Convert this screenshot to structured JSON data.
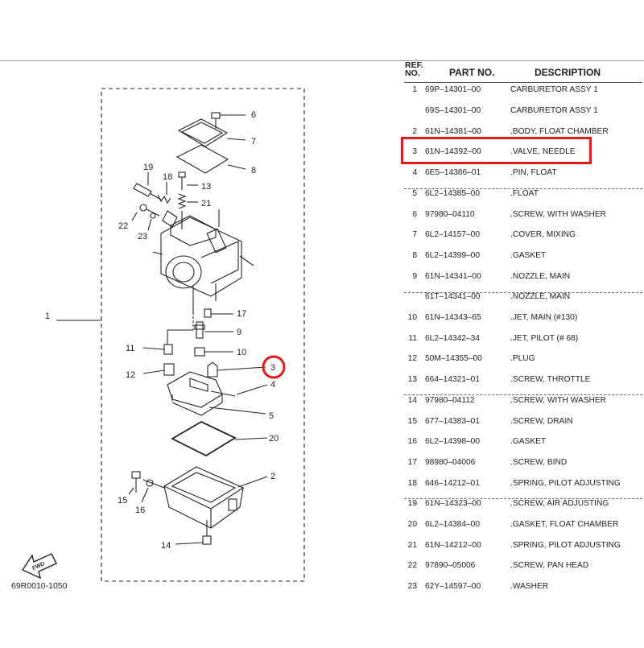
{
  "diagram": {
    "code": "69R0010-1050",
    "fwd_label": "FWD",
    "callouts": [
      "1",
      "2",
      "3",
      "4",
      "5",
      "6",
      "7",
      "8",
      "9",
      "10",
      "11",
      "12",
      "13",
      "14",
      "15",
      "16",
      "17",
      "18",
      "19",
      "20",
      "21",
      "22",
      "23"
    ],
    "highlight_color": "#dd1c1c"
  },
  "table": {
    "header": {
      "ref": "REF. NO.",
      "part": "PART NO.",
      "desc": "DESCRIPTION"
    },
    "rows": [
      {
        "ref": "1",
        "part": "69P–14301–00",
        "desc": "CARBURETOR ASSY 1"
      },
      {
        "ref": "",
        "part": "69S–14301–00",
        "desc": "CARBURETOR ASSY 1"
      },
      {
        "ref": "2",
        "part": "61N–14381–00",
        "desc": ".BODY, FLOAT CHAMBER"
      },
      {
        "ref": "3",
        "part": "61N–14392–00",
        "desc": ".VALVE, NEEDLE"
      },
      {
        "ref": "4",
        "part": "6E5–14386–01",
        "desc": ".PIN, FLOAT"
      },
      {
        "ref": "5",
        "part": "6L2–14385–00",
        "desc": ".FLOAT"
      },
      {
        "ref": "6",
        "part": "97980–04110",
        "desc": ".SCREW, WITH WASHER"
      },
      {
        "ref": "7",
        "part": "6L2–14157–00",
        "desc": ".COVER, MIXING"
      },
      {
        "ref": "8",
        "part": "6L2–14399–00",
        "desc": ".GASKET"
      },
      {
        "ref": "9",
        "part": "61N–14341–00",
        "desc": ".NOZZLE, MAIN"
      },
      {
        "ref": "",
        "part": "61T–14341–00",
        "desc": ".NOZZLE, MAIN"
      },
      {
        "ref": "10",
        "part": "61N–14343–65",
        "desc": ".JET, MAIN (#130)"
      },
      {
        "ref": "11",
        "part": "6L2–14342–34",
        "desc": ".JET, PILOT (# 68)"
      },
      {
        "ref": "12",
        "part": "50M–14355–00",
        "desc": ".PLUG"
      },
      {
        "ref": "13",
        "part": "664–14321–01",
        "desc": ".SCREW, THROTTLE"
      },
      {
        "ref": "14",
        "part": "97980–04112",
        "desc": ".SCREW, WITH WASHER"
      },
      {
        "ref": "15",
        "part": "677–14383–01",
        "desc": ".SCREW, DRAIN"
      },
      {
        "ref": "16",
        "part": "6L2–14398–00",
        "desc": ".GASKET"
      },
      {
        "ref": "17",
        "part": "98980–04006",
        "desc": ".SCREW, BIND"
      },
      {
        "ref": "18",
        "part": "646–14212–01",
        "desc": ".SPRING, PILOT ADJUSTING"
      },
      {
        "ref": "19",
        "part": "61N–14323–00",
        "desc": ".SCREW, AIR ADJUSTING"
      },
      {
        "ref": "20",
        "part": "6L2–14384–00",
        "desc": ".GASKET, FLOAT CHAMBER"
      },
      {
        "ref": "21",
        "part": "61N–14212–00",
        "desc": ".SPRING, PILOT ADJUSTING"
      },
      {
        "ref": "22",
        "part": "97890–05006",
        "desc": ".SCREW, PAN HEAD"
      },
      {
        "ref": "23",
        "part": "62Y–14597–00",
        "desc": ".WASHER"
      }
    ]
  }
}
